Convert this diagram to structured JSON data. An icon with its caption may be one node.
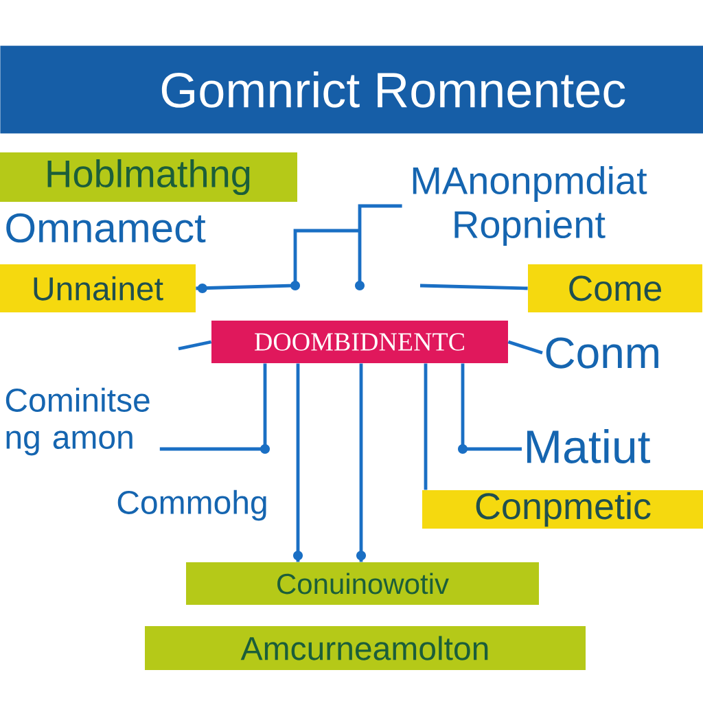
{
  "diagram": {
    "title": "Gomnrict Romnentec",
    "nodes": [
      {
        "text": [
          "Hoblmathng"
        ]
      },
      {
        "text": [
          "MAnonpmdiat Ropnient"
        ]
      },
      {
        "text": [
          "Omnamect"
        ]
      },
      {
        "text": [
          "Unnainet"
        ]
      },
      {
        "text": [
          "Come"
        ]
      },
      {
        "text": [
          "DOOMBIDNENTC"
        ]
      },
      {
        "text": [
          "Conm"
        ]
      },
      {
        "text": [
          "Cominitse ng amon"
        ]
      },
      {
        "text": [
          "Matiut"
        ]
      },
      {
        "text": [
          "Commohg"
        ]
      },
      {
        "text": [
          "Conpmetic"
        ]
      },
      {
        "text": [
          "Conuinowotiv"
        ]
      },
      {
        "text": [
          "Amcurneamolton"
        ]
      }
    ],
    "edges": [
      {
        "from": 1,
        "to": 3,
        "arrow": "other"
      },
      {
        "from": 4,
        "to": null,
        "arrow": "none"
      },
      {
        "from": 5,
        "to": null,
        "arrow": "none"
      },
      {
        "from": 5,
        "to": 6,
        "arrow": "none"
      },
      {
        "from": 5,
        "to": 7,
        "arrow": "none"
      },
      {
        "from": 5,
        "to": 11,
        "arrow": "other"
      },
      {
        "from": 5,
        "to": 11,
        "arrow": "other"
      },
      {
        "from": 5,
        "to": 10,
        "arrow": "none"
      },
      {
        "from": 5,
        "to": 8,
        "arrow": "none"
      }
    ]
  }
}
